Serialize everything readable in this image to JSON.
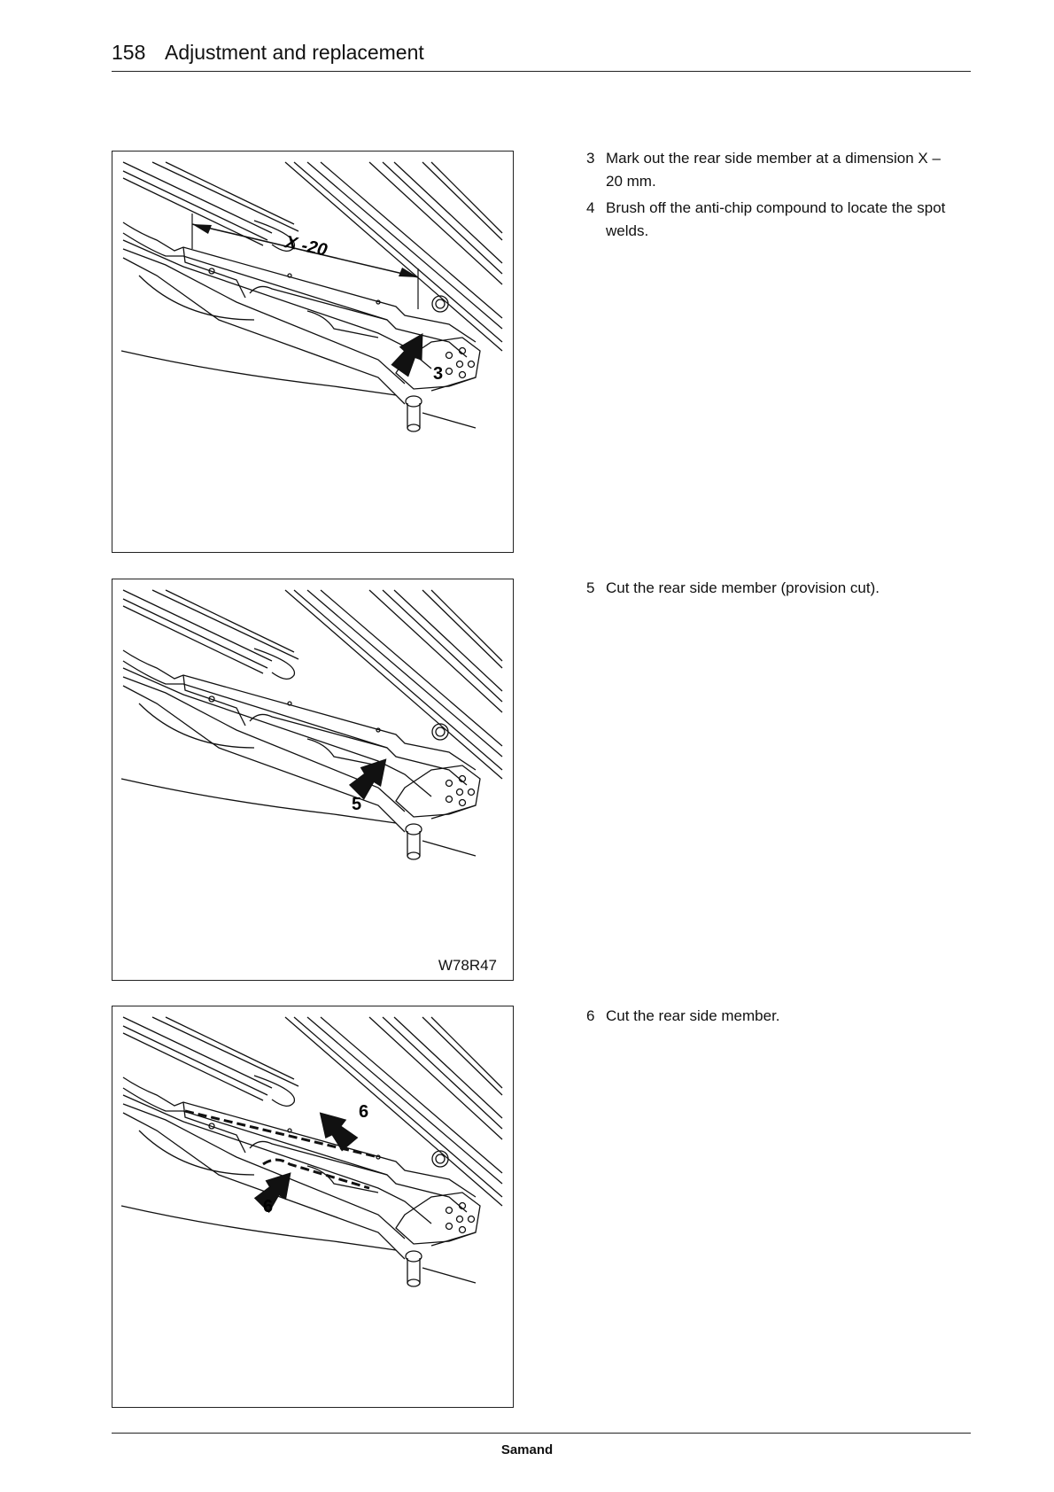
{
  "header": {
    "page_number": "158",
    "title": "Adjustment and replacement"
  },
  "figures": [
    {
      "labels": [
        "X -20",
        "3"
      ],
      "code": ""
    },
    {
      "labels": [
        "5"
      ],
      "code": "W78R47"
    },
    {
      "labels": [
        "6",
        "6"
      ],
      "code": ""
    }
  ],
  "sections": [
    {
      "steps": [
        {
          "num": "3",
          "text": "Mark out the rear side member at a dimension X – 20 mm."
        },
        {
          "num": "4",
          "text": "Brush off the anti-chip compound to locate the spot welds."
        }
      ]
    },
    {
      "steps": [
        {
          "num": "5",
          "text": "Cut the rear side member (provision cut)."
        }
      ]
    },
    {
      "steps": [
        {
          "num": "6",
          "text": "Cut the rear side member."
        }
      ]
    }
  ],
  "footer": {
    "brand": "Samand"
  }
}
